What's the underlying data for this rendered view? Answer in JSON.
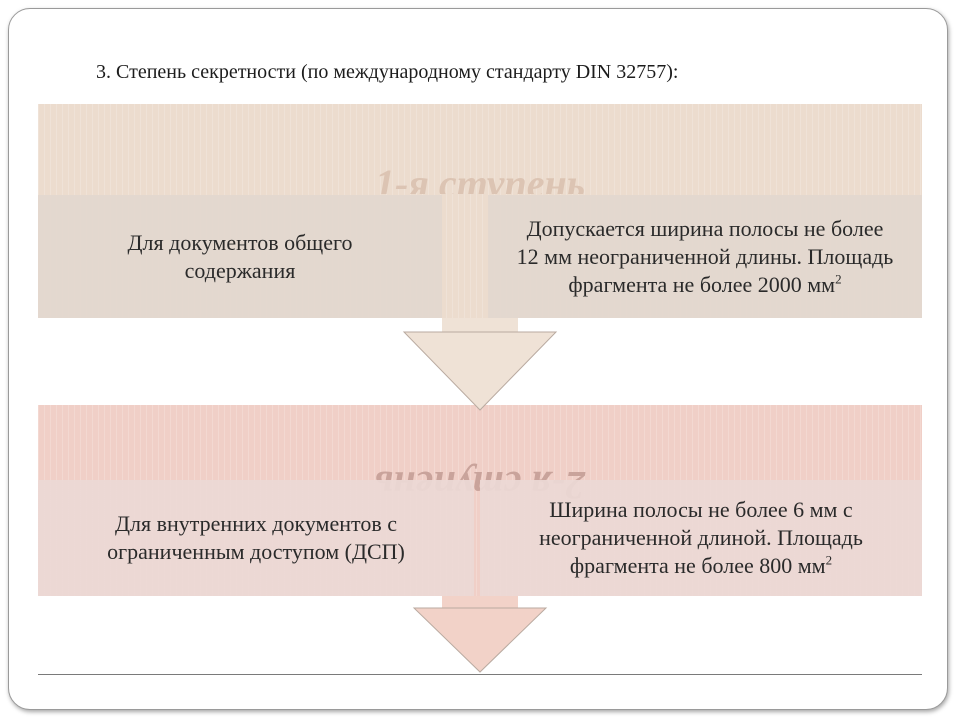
{
  "heading": "3. Степень секретности (по международному стандарту DIN 32757):",
  "levels": [
    {
      "bg_word": "1-я ступень",
      "left": "Для документов общего содержания",
      "right": "Допускается ширина полосы не более 12 мм неограниченной длины. Площадь фрагмента не более 2000 мм",
      "right_sup": "2"
    },
    {
      "bg_word": "2-я ступень",
      "left": "Для внутренних документов с ограниченным доступом (ДСП)",
      "right": "Ширина полосы не более 6 мм с неограниченной длиной. Площадь фрагмента не более 800 мм",
      "right_sup": "2"
    }
  ],
  "colors": {
    "band1": "#ecdcce",
    "band2": "#f0cfc7",
    "arrow1": "#efe2d6",
    "arrow2": "#f2d2c8"
  }
}
